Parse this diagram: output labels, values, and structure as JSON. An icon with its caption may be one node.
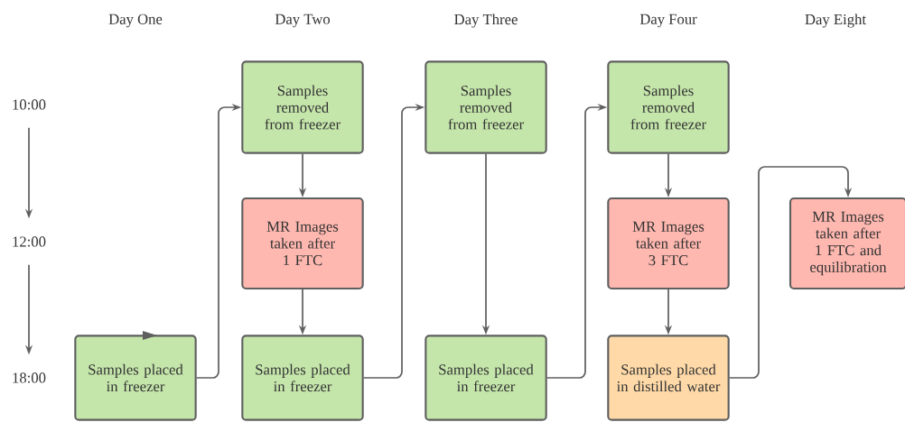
{
  "diagram": {
    "nodes": [
      {
        "text": [
          "10:00"
        ]
      },
      {
        "text": [
          "12:00"
        ]
      },
      {
        "text": [
          "18:00"
        ]
      },
      {
        "text": [
          "Samples removed from freezer"
        ]
      },
      {
        "text": [
          "Samples removed from freezer"
        ]
      },
      {
        "text": [
          "Samples removed from freezer"
        ]
      },
      {
        "text": [
          "MR Images taken after 1 FTC"
        ]
      },
      {
        "text": [
          "MR Images taken after 3 FTC"
        ]
      },
      {
        "text": [
          "MR Images taken after 1 FTC and equilibration"
        ]
      },
      {
        "text": [
          "Samples placed in freezer"
        ]
      },
      {
        "text": [
          "Samples placed in freezer"
        ]
      },
      {
        "text": [
          "Samples placed in freezer"
        ]
      },
      {
        "text": [
          "Samples placed in distilled water"
        ]
      }
    ],
    "edges": [
      {
        "from": 0,
        "to": 1,
        "arrow": "to"
      },
      {
        "from": 1,
        "to": 2,
        "arrow": "to"
      },
      {
        "from": 9,
        "to": 3,
        "arrow": "to"
      },
      {
        "from": 3,
        "to": 6,
        "arrow": "to"
      },
      {
        "from": 6,
        "to": 10,
        "arrow": "to"
      },
      {
        "from": 10,
        "to": 4,
        "arrow": "to"
      },
      {
        "from": 4,
        "to": 11,
        "arrow": "to"
      },
      {
        "from": 11,
        "to": 5,
        "arrow": "to"
      },
      {
        "from": 5,
        "to": 7,
        "arrow": "to"
      },
      {
        "from": 7,
        "to": 12,
        "arrow": "to"
      },
      {
        "from": 12,
        "to": 8,
        "arrow": "to"
      }
    ],
    "labels": [
      "Day One",
      "Day Two",
      "Day Three",
      "Day Four",
      "Day Eight"
    ]
  }
}
